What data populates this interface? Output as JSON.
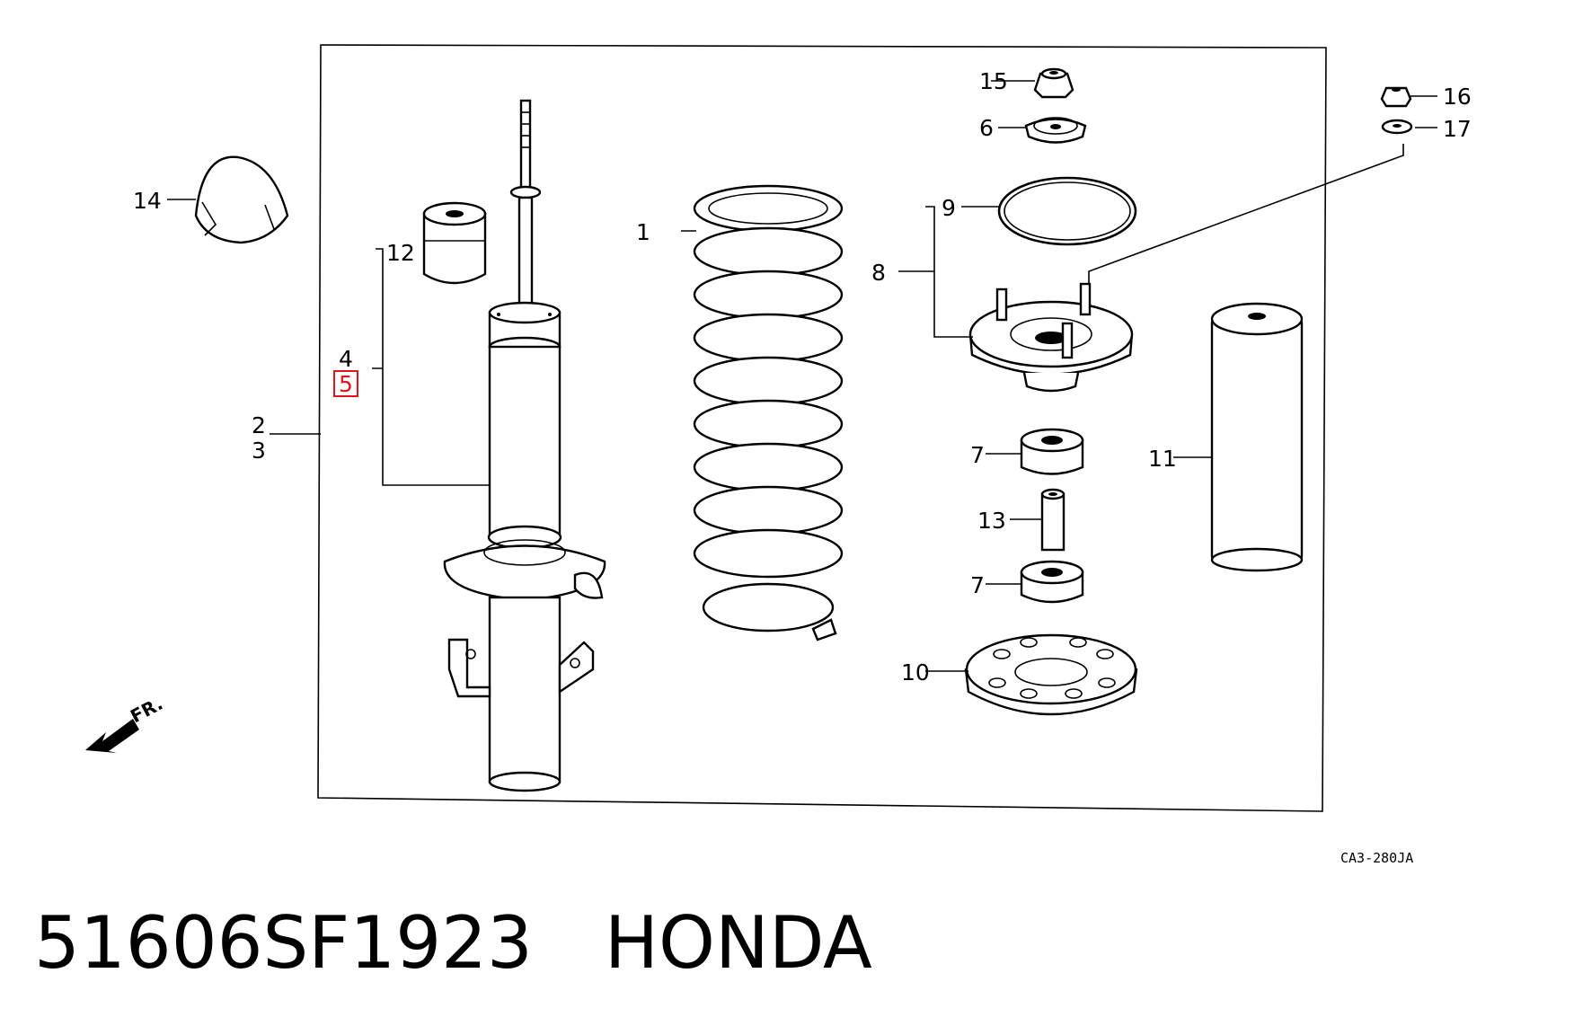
{
  "diagram": {
    "callouts": {
      "c1": "1",
      "c2": "2",
      "c3": "3",
      "c4": "4",
      "c5": "5",
      "c6": "6",
      "c7a": "7",
      "c7b": "7",
      "c8": "8",
      "c9": "9",
      "c10": "10",
      "c11": "11",
      "c12": "12",
      "c13": "13",
      "c14": "14",
      "c15": "15",
      "c16": "16",
      "c17": "17"
    },
    "highlighted_callout": "5",
    "highlight_color": "#e0141e",
    "direction_label": "FR.",
    "drawing_code": "CA3-280JA"
  },
  "caption": {
    "part_number": "51606SF1923",
    "brand": "HONDA"
  }
}
